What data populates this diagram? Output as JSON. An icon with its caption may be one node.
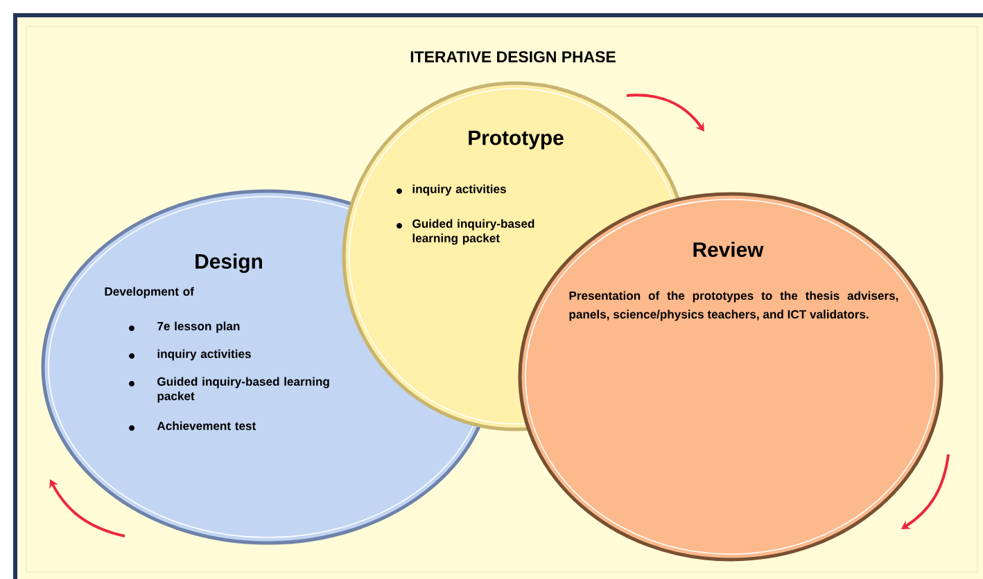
{
  "diagram": {
    "title": "ITERATIVE DESIGN PHASE",
    "nodes": [
      {
        "text": [
          "Design",
          "Development of",
          "7e lesson plan",
          "inquiry activities",
          "Guided inquiry-based learning packet",
          "Achievement test"
        ]
      },
      {
        "text": [
          "Prototype",
          "inquiry activities",
          "Guided inquiry-based learning packet"
        ]
      },
      {
        "text": [
          "Review",
          "Presentation of the prototypes to the thesis advisers, panels, science/physics teachers, and ICT validators."
        ]
      }
    ]
  }
}
